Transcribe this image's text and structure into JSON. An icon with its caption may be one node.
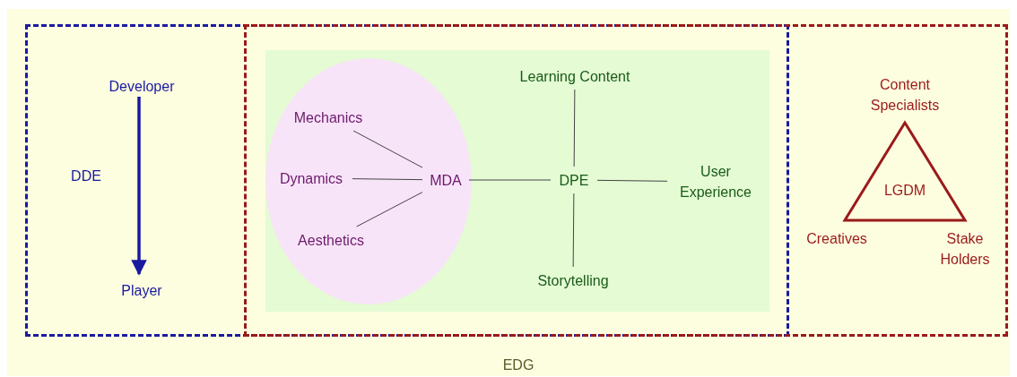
{
  "diagram": {
    "nodes": [
      {
        "text": [
          "EDG"
        ]
      },
      {
        "text": [
          "DDE"
        ],
        "in": 0
      },
      {
        "text": [],
        "shape": "box",
        "in": 0
      },
      {
        "text": [
          "Developer"
        ],
        "in": 1
      },
      {
        "text": [
          "Player"
        ],
        "in": 1
      },
      {
        "text": [],
        "shape": "box"
      },
      {
        "text": [],
        "shape": "circle",
        "in": 5
      },
      {
        "text": [
          "Mechanics"
        ],
        "in": 6
      },
      {
        "text": [
          "Dynamics"
        ],
        "in": 6
      },
      {
        "text": [
          "Aesthetics"
        ],
        "in": 6
      },
      {
        "text": [
          "MDA"
        ],
        "in": 6
      },
      {
        "text": [
          "Learning Content"
        ],
        "in": 5
      },
      {
        "text": [
          "DPE"
        ],
        "in": 5
      },
      {
        "text": [
          "User Experience"
        ],
        "in": 5
      },
      {
        "text": [
          "Storytelling"
        ],
        "in": 5
      },
      {
        "text": [
          "LGDM"
        ],
        "in": 2,
        "beside": [
          "Content Specialists",
          "Creatives",
          "Stake Holders"
        ]
      }
    ],
    "edges": [
      {
        "from": 3,
        "to": 4,
        "arrow": "to",
        "style": "thick",
        "color": "#1a1aa0"
      },
      {
        "from": 7,
        "to": 10,
        "arrow": "none"
      },
      {
        "from": 8,
        "to": 10,
        "arrow": "none"
      },
      {
        "from": 9,
        "to": 10,
        "arrow": "none"
      },
      {
        "from": 10,
        "to": 12,
        "arrow": "none"
      },
      {
        "from": 11,
        "to": 12,
        "arrow": "none"
      },
      {
        "from": 12,
        "to": 13,
        "arrow": "none"
      },
      {
        "from": 12,
        "to": 14,
        "arrow": "none"
      }
    ]
  }
}
